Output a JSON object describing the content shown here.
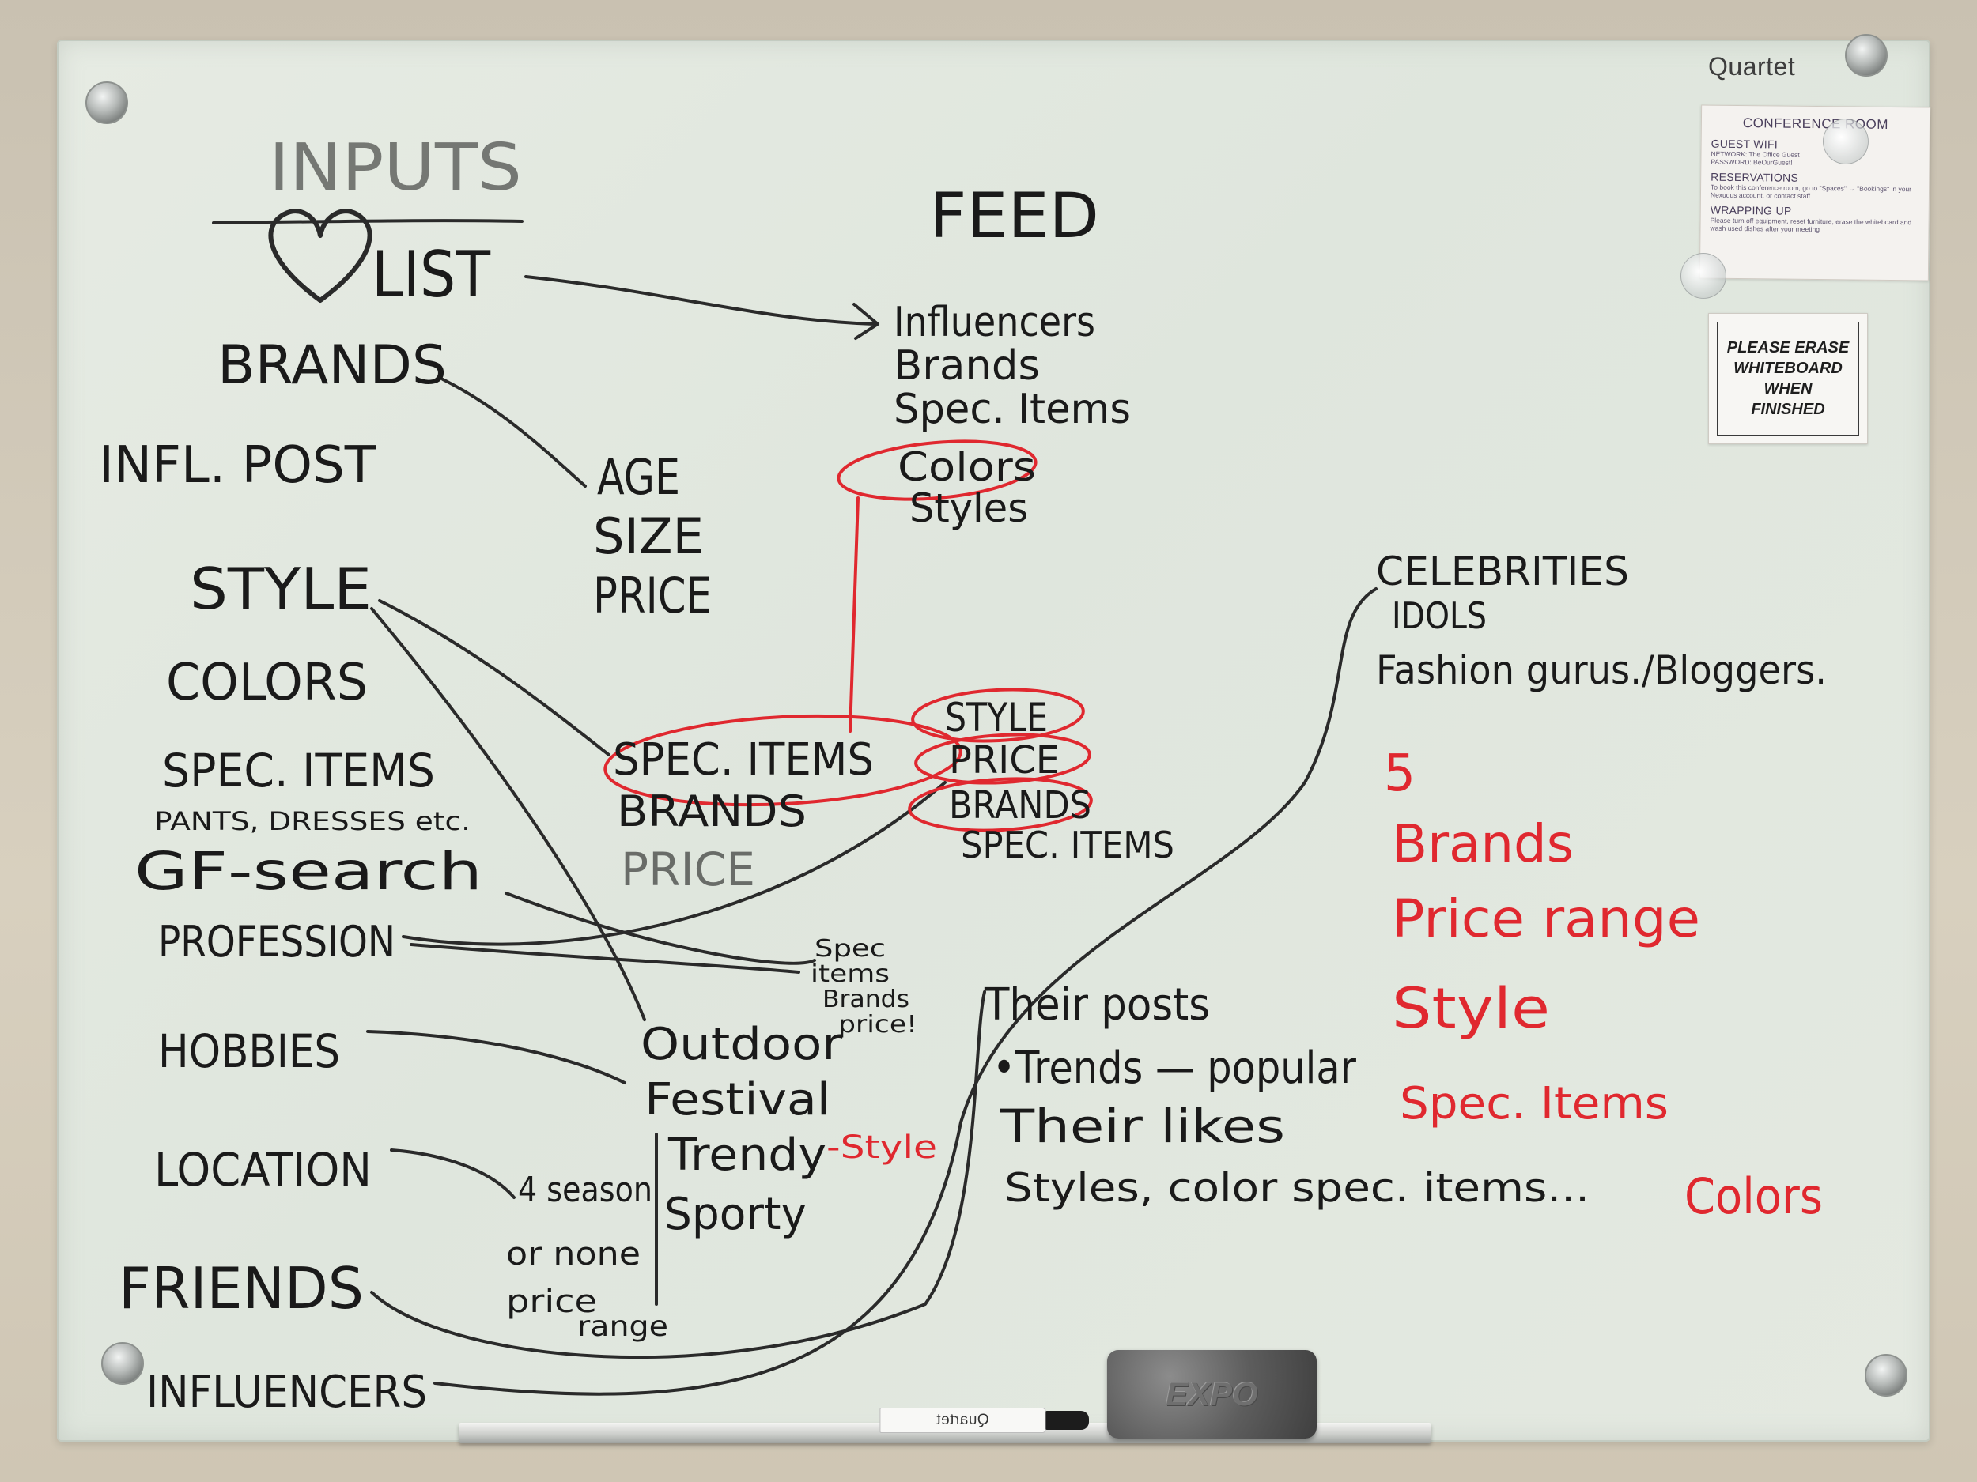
{
  "board": {
    "brand": "Quartet",
    "headings": {
      "inputs": "INPUTS",
      "feed": "FEED"
    },
    "inputs": {
      "love_list": "LIST",
      "brands": "BRANDS",
      "infl_post": "INFL. POST",
      "style": "STYLE",
      "colors": "COLORS",
      "spec_items": "SPEC. ITEMS",
      "spec_items_note": "PANTS, DRESSES etc.",
      "gf_search": "GF-search",
      "profession": "PROFESSION",
      "hobbies": "HOBBIES",
      "location": "LOCATION",
      "friends": "FRIENDS",
      "influencers": "INFLUENCERS"
    },
    "feed_items": [
      "Influencers",
      "Brands",
      "Spec. Items",
      "Colors",
      "Styles"
    ],
    "demographics": [
      "AGE",
      "SIZE",
      "PRICE"
    ],
    "mid_group": [
      "SPEC. ITEMS",
      "BRANDS",
      "PRICE"
    ],
    "right_group": [
      "STYLE",
      "PRICE",
      "BRANDS",
      "SPEC. ITEMS"
    ],
    "celebrities": [
      "CELEBRITIES",
      "IDOLS",
      "Fashion gurus./Bloggers."
    ],
    "hobby_note": [
      "Spec",
      "items",
      "Brands",
      "price!"
    ],
    "hobby_types": [
      "Outdoor",
      "Festival",
      "Trendy",
      "Sporty"
    ],
    "trendy_suffix": "-Style",
    "location_note": [
      "4 season",
      "or none",
      "price",
      "range"
    ],
    "influencer_posts": [
      "Their posts",
      "•Trends — popular",
      "Their likes",
      "Styles, color spec. items..."
    ],
    "red_list": [
      "5",
      "Brands",
      "Price range",
      "Style",
      "Spec. Items",
      "Colors"
    ]
  },
  "conference_card": {
    "title": "CONFERENCE ROOM",
    "wifi_heading": "GUEST WIFI",
    "wifi_network": "NETWORK: The Office Guest",
    "wifi_password": "PASSWORD: BeOurGuest!",
    "reservations_heading": "RESERVATIONS",
    "reservations_text": "To book this conference room, go to \"Spaces\" → \"Bookings\" in your Nexudus account, or contact staff",
    "wrapping_heading": "WRAPPING UP",
    "wrapping_text": "Please turn off equipment, reset furniture, erase the whiteboard and wash used dishes after your meeting"
  },
  "erase_sign": "PLEASE ERASE\nWHITEBOARD\nWHEN\nFINISHED",
  "eraser_brand": "EXPO",
  "marker_brand": "Quartet",
  "colors": {
    "black_ink": "#1a1a1a",
    "red_ink": "#e0282f",
    "board": "#e3e9e0"
  }
}
